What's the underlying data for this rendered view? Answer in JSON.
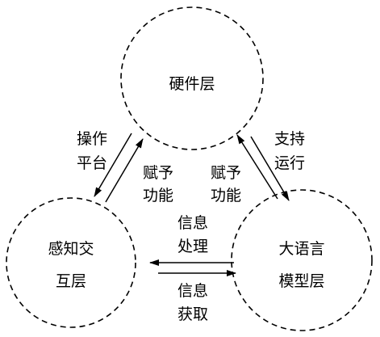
{
  "nodes": {
    "hardware": {
      "text": "硬件层"
    },
    "perception": {
      "line1": "感知交",
      "line2": "互层"
    },
    "llm": {
      "line1": "大语言",
      "line2": "模型层"
    }
  },
  "edges": {
    "hardware_perception": {
      "outer_line1": "操作",
      "outer_line2": "平台",
      "inner_line1": "赋予",
      "inner_line2": "功能"
    },
    "hardware_llm": {
      "outer_line1": "支持",
      "outer_line2": "运行",
      "inner_line1": "赋予",
      "inner_line2": "功能"
    },
    "perception_llm": {
      "top_line1": "信息",
      "top_line2": "处理",
      "bottom_line1": "信息",
      "bottom_line2": "获取"
    }
  },
  "colors": {
    "stroke": "#000000",
    "background": "#ffffff"
  }
}
